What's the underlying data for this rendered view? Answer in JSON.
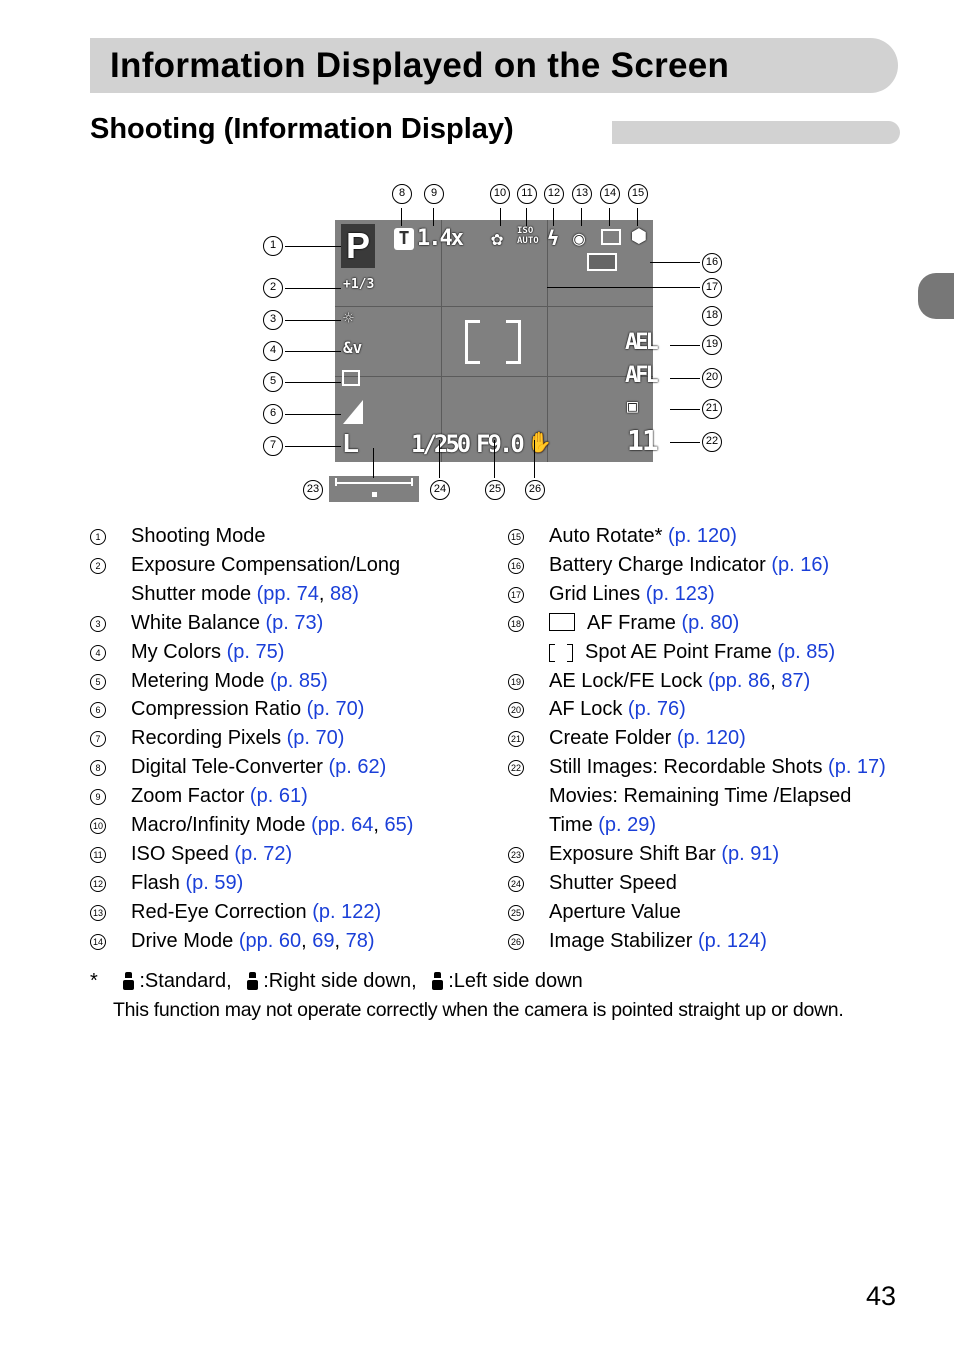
{
  "header": {
    "title": "Information Displayed on the Screen",
    "subtitle": "Shooting (Information Display)"
  },
  "screen": {
    "mode": "P",
    "exposure_comp": "+1/3",
    "zoom": "1.4x",
    "tele": "T",
    "shutter": "1/250",
    "aperture": "F9.0",
    "shots": "11",
    "ael": "AEL",
    "afl": "AFL",
    "pixels": "L",
    "iso": "ISO AUTO"
  },
  "diagram_numbers": {
    "top": [
      "8",
      "9",
      "10",
      "11",
      "12",
      "13",
      "14",
      "15"
    ],
    "left": [
      "1",
      "2",
      "3",
      "4",
      "5",
      "6",
      "7"
    ],
    "right": [
      "16",
      "17",
      "18",
      "19",
      "20",
      "21",
      "22"
    ],
    "bottom": [
      "23",
      "24",
      "25",
      "26"
    ]
  },
  "left_items": [
    {
      "n": "1",
      "text": "Shooting Mode",
      "refs": []
    },
    {
      "n": "2",
      "text": "Exposure Compensation/Long",
      "refs": []
    },
    {
      "n": "",
      "text": "Shutter mode ",
      "refs": [
        "(pp. 74",
        ", ",
        "88)"
      ]
    },
    {
      "n": "3",
      "text": "White Balance ",
      "refs": [
        "(p. 73)"
      ]
    },
    {
      "n": "4",
      "text": "My Colors ",
      "refs": [
        "(p. 75)"
      ]
    },
    {
      "n": "5",
      "text": "Metering Mode ",
      "refs": [
        "(p. 85)"
      ]
    },
    {
      "n": "6",
      "text": "Compression Ratio ",
      "refs": [
        "(p. 70)"
      ]
    },
    {
      "n": "7",
      "text": "Recording Pixels ",
      "refs": [
        "(p. 70)"
      ]
    },
    {
      "n": "8",
      "text": "Digital Tele-Converter ",
      "refs": [
        "(p. 62)"
      ]
    },
    {
      "n": "9",
      "text": "Zoom Factor ",
      "refs": [
        "(p. 61)"
      ]
    },
    {
      "n": "10",
      "text": "Macro/Infinity Mode ",
      "refs": [
        "(pp. 64",
        ", ",
        "65)"
      ]
    },
    {
      "n": "11",
      "text": "ISO Speed ",
      "refs": [
        "(p. 72)"
      ]
    },
    {
      "n": "12",
      "text": "Flash ",
      "refs": [
        "(p. 59)"
      ]
    },
    {
      "n": "13",
      "text": "Red-Eye Correction ",
      "refs": [
        "(p. 122)"
      ]
    },
    {
      "n": "14",
      "text": "Drive Mode ",
      "refs": [
        "(pp. 60",
        ", ",
        "69",
        ", ",
        "78)"
      ]
    }
  ],
  "right_items": [
    {
      "n": "15",
      "text": "Auto Rotate* ",
      "refs": [
        "(p. 120)"
      ]
    },
    {
      "n": "16",
      "text": "Battery Charge Indicator ",
      "refs": [
        "(p. 16)"
      ]
    },
    {
      "n": "17",
      "text": "Grid Lines ",
      "refs": [
        "(p. 123)"
      ]
    },
    {
      "n": "18",
      "text": "AF Frame ",
      "refs": [
        "(p. 80)"
      ],
      "icon": "af-frame"
    },
    {
      "n": "",
      "text": "Spot AE Point Frame ",
      "refs": [
        "(p. 85)"
      ],
      "icon": "spot-frame"
    },
    {
      "n": "19",
      "text": "AE Lock/FE Lock ",
      "refs": [
        "(pp. 86",
        ", ",
        "87)"
      ]
    },
    {
      "n": "20",
      "text": "AF Lock ",
      "refs": [
        "(p. 76)"
      ]
    },
    {
      "n": "21",
      "text": "Create Folder ",
      "refs": [
        "(p. 120)"
      ]
    },
    {
      "n": "22",
      "text": "Still Images: Recordable Shots ",
      "refs": [
        "(p. 17)"
      ]
    },
    {
      "n": "",
      "text": "Movies: Remaining Time /Elapsed",
      "refs": []
    },
    {
      "n": "",
      "text": "Time ",
      "refs": [
        "(p. 29)"
      ]
    },
    {
      "n": "23",
      "text": "Exposure Shift Bar ",
      "refs": [
        "(p. 91)"
      ]
    },
    {
      "n": "24",
      "text": "Shutter Speed",
      "refs": []
    },
    {
      "n": "25",
      "text": "Aperture Value",
      "refs": []
    },
    {
      "n": "26",
      "text": "Image Stabilizer ",
      "refs": [
        "(p. 124)"
      ]
    }
  ],
  "footnote": {
    "star": "*",
    "standard": ":Standard,",
    "right": ":Right side down,",
    "left": ":Left side down",
    "note": "This function may not operate correctly when the camera is pointed straight up or down."
  },
  "page_number": "43",
  "colors": {
    "link": "#1a3fd8",
    "bar": "#d2d2d2",
    "screen": "#808080"
  }
}
